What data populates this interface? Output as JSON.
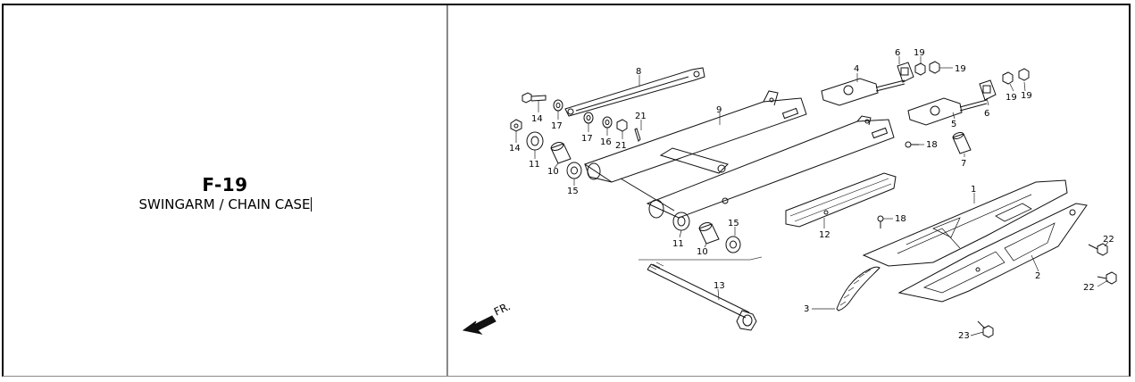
{
  "page": {
    "code": "F-19",
    "title": "SWINGARM / CHAIN CASE"
  },
  "diagram": {
    "direction_label": "FR.",
    "callouts": {
      "c1": "1",
      "c2": "2",
      "c3": "3",
      "c4": "4",
      "c5": "5",
      "c6a": "6",
      "c6b": "6",
      "c7": "7",
      "c8": "8",
      "c9": "9",
      "c10a": "10",
      "c10b": "10",
      "c11a": "11",
      "c11b": "11",
      "c12": "12",
      "c13": "13",
      "c14a": "14",
      "c14b": "14",
      "c15a": "15",
      "c15b": "15",
      "c16": "16",
      "c17a": "17",
      "c17b": "17",
      "c18a": "18",
      "c18b": "18",
      "c19a": "19",
      "c19b": "19",
      "c19c": "19",
      "c19d": "19",
      "c21a": "21",
      "c21b": "21",
      "c22a": "22",
      "c22b": "22",
      "c23": "23"
    }
  }
}
